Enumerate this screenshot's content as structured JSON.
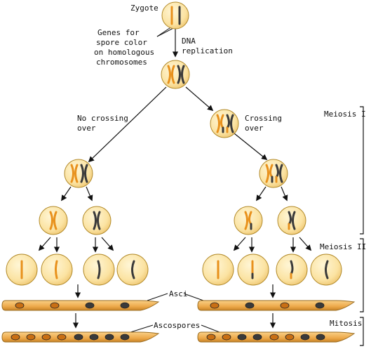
{
  "labels": {
    "zygote": "Zygote",
    "genes_line1": "Genes for",
    "genes_line2": "spore color",
    "genes_line3": "on homologous",
    "genes_line4": "chromosomes",
    "dna_line1": "DNA",
    "dna_line2": "replication",
    "no_crossing_line1": "No crossing",
    "no_crossing_line2": "over",
    "crossing_line1": "Crossing",
    "crossing_line2": "over",
    "meiosis_1": "Meiosis I",
    "meiosis_2": "Meiosis II",
    "mitosis": "Mitosis",
    "asci": "Asci",
    "ascospores": "Ascospores"
  },
  "colors": {
    "cell_fill": "#fbe3a2",
    "cell_stroke": "#b28a2a",
    "orange_allele": "#e8911c",
    "dark_allele": "#3a3a3a",
    "ascus_fill": "#f2b75e",
    "ascus_stroke": "#9a6d22"
  }
}
